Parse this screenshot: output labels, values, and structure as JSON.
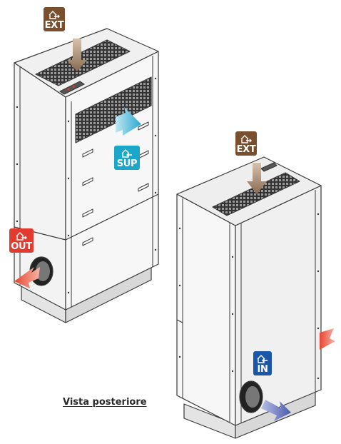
{
  "badges": {
    "ext_front": {
      "label": "EXT",
      "color": "#7a4f2e"
    },
    "sup": {
      "label": "SUP",
      "color": "#1aa7c9"
    },
    "out": {
      "label": "OUT",
      "color": "#e23a2e"
    },
    "ext_rear": {
      "label": "EXT",
      "color": "#7a4f2e"
    },
    "in": {
      "label": "IN",
      "color": "#1a57a8"
    }
  },
  "caption": "Vista posteriore",
  "colors": {
    "panel": "#f2f2f2",
    "edge": "#3a3a3a",
    "arrow_ext": "#8a6a50",
    "arrow_sup": "#29a9cf",
    "arrow_out": "#e8452f",
    "arrow_in": "#4a5aa8"
  }
}
